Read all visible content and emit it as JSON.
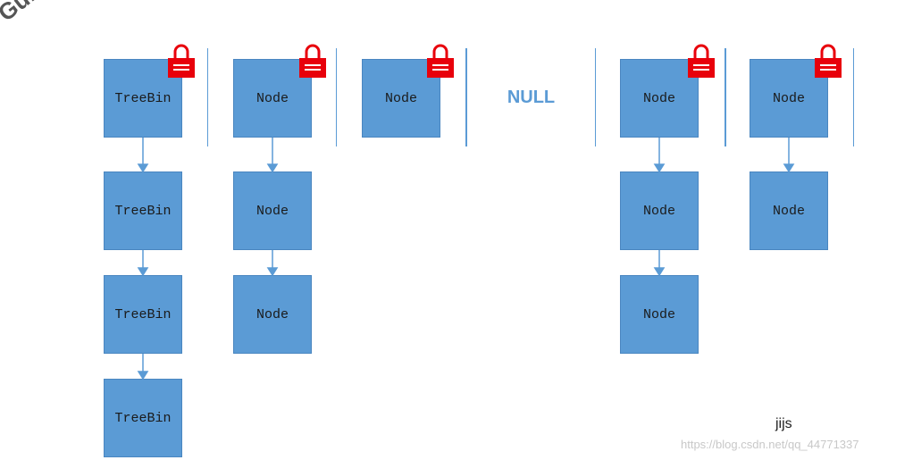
{
  "table_slots": [
    {
      "label": "TreeBin",
      "locked": true
    },
    {
      "label": "Node",
      "locked": true
    },
    {
      "label": "Node",
      "locked": true
    },
    {
      "label": "NULL",
      "locked": false
    },
    {
      "label": "Node",
      "locked": true
    },
    {
      "label": "Node",
      "locked": true
    }
  ],
  "chains": [
    {
      "slot": 0,
      "nodes": [
        "TreeBin",
        "TreeBin",
        "TreeBin"
      ]
    },
    {
      "slot": 1,
      "nodes": [
        "Node",
        "Node"
      ]
    },
    {
      "slot": 4,
      "nodes": [
        "Node",
        "Node"
      ]
    },
    {
      "slot": 5,
      "nodes": [
        "Node"
      ]
    }
  ],
  "colors": {
    "node_fill": "#5b9bd5",
    "border": "#5b9bd5",
    "lock": "#e8000b",
    "null_text": "#5b9bd5"
  },
  "watermarks": {
    "top_left": "Gui",
    "author": "jijs",
    "url": "https://blog.csdn.net/qq_44771337"
  }
}
